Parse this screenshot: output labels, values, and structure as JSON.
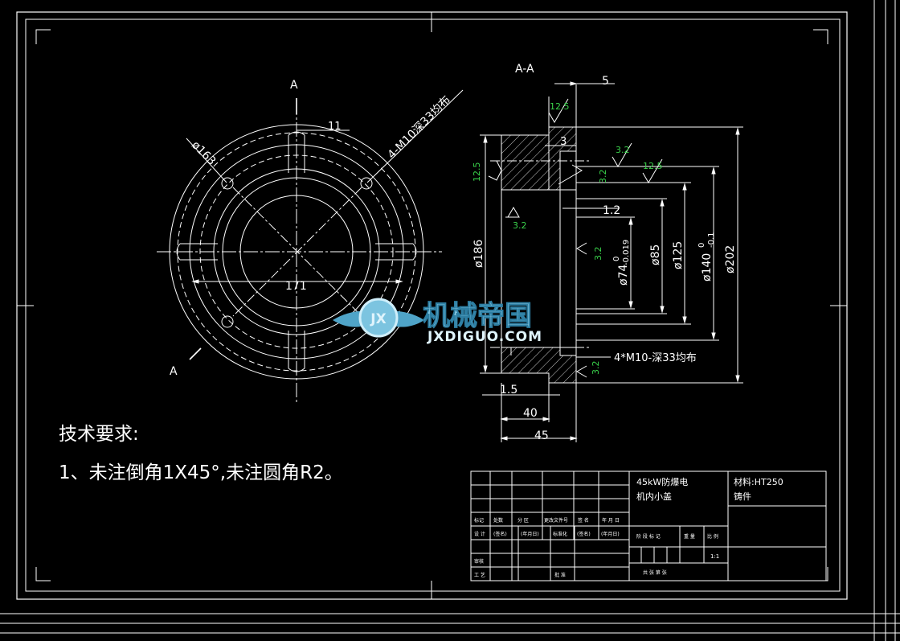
{
  "section_label": "A-A",
  "view_marks": {
    "top": "A",
    "bottom": "A"
  },
  "front_view": {
    "dim_outer_circle": "ø163",
    "dim_slot_width": "11",
    "dim_holes_note": "4-M10深33均布",
    "dim_inner_span": "171"
  },
  "section_view": {
    "dim_5": "5",
    "dim_3": "3",
    "dim_1_2": "1.2",
    "dim_1_5": "1.5",
    "dim_40": "40",
    "dim_45": "45",
    "dia_186": "ø186",
    "dia_74": "ø74",
    "dia_74_tol_upper": "0",
    "dia_74_tol_lower": "-0.019",
    "dia_85": "ø85",
    "dia_125": "ø125",
    "dia_140": "ø140",
    "dia_140_tol_upper": "0",
    "dia_140_tol_lower": "-0.1",
    "dia_202": "ø202",
    "holes_note": "4*M10-深33均布"
  },
  "roughness": {
    "r1": "12.5",
    "r2": "12.5",
    "r3": "3.2",
    "r4": "3.2",
    "r5": "12.5",
    "r6": "3.2",
    "r7": "3.2",
    "r8": "3.2"
  },
  "tech": {
    "heading": "技术要求:",
    "item1": "1、未注倒角1X45°,未注圆角R2。"
  },
  "title_block": {
    "product_line1": "45kW防爆电",
    "product_line2": "机内小盖",
    "material": "材料:HT250",
    "type": "铸件",
    "scale": "1:1",
    "h_mark": "标记",
    "h_count": "处数",
    "h_zone": "分 区",
    "h_docno": "更改文件号",
    "h_sign": "签 名",
    "h_date": "年 月 日",
    "r_design": "设 计",
    "r_std": "(签名)",
    "r_date": "(年月日)",
    "r_stdz": "标准化",
    "r_sign": "(签名)",
    "r_date2": "(年月日)",
    "r_review": "审核",
    "r_process": "工 艺",
    "r_approve": "批 准",
    "stage": "阶 段 标 记",
    "weight": "重 量",
    "scale_h": "比 例",
    "sheets": "共 张 第 张"
  },
  "watermark": {
    "cn": "机械帝国",
    "en": "JXDIGUO.COM",
    "badge": "JX"
  },
  "colors": {
    "background": "#000000",
    "line": "#ffffff",
    "roughness": "#39d04a",
    "logo": "#8fd0ea"
  }
}
